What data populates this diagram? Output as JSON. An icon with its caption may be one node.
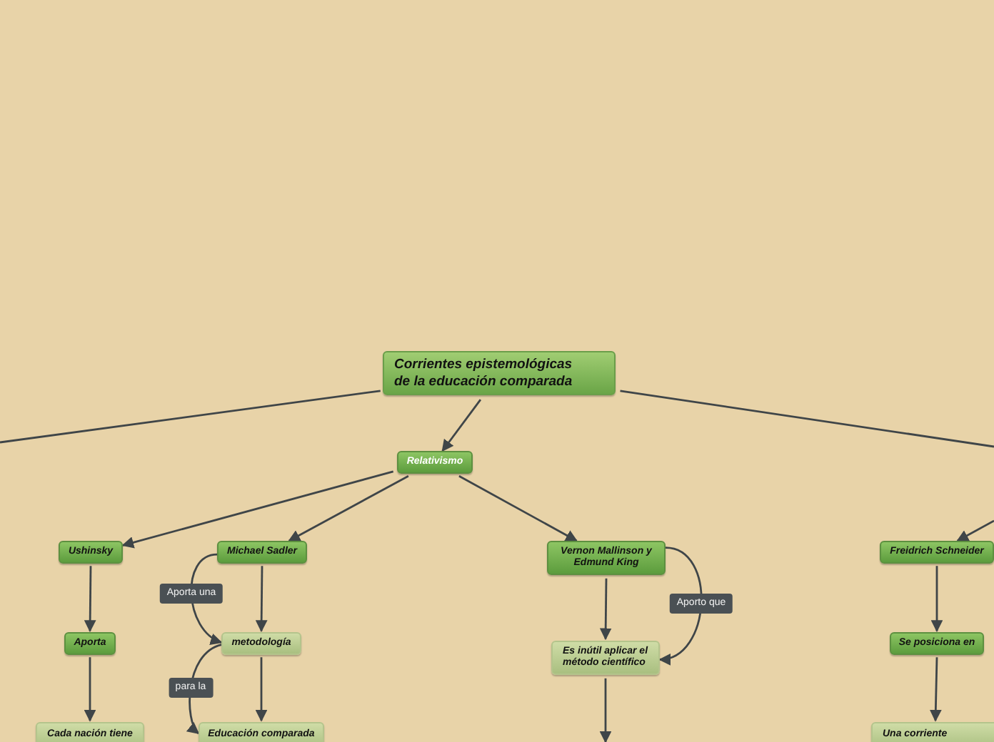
{
  "diagram": {
    "nodes": [
      {
        "text": [
          "Corrientes epistemológicas de la  educación comparada"
        ]
      },
      {
        "text": [
          "Relativismo"
        ]
      },
      {
        "text": [
          "Ushinsky"
        ]
      },
      {
        "text": [
          "Michael Sadler"
        ]
      },
      {
        "text": [
          "Vernon Mallinson  y Edmund King"
        ]
      },
      {
        "text": [
          "Freidrich Schneider"
        ]
      },
      {
        "text": [
          "Aporta"
        ]
      },
      {
        "text": [
          "metodología"
        ]
      },
      {
        "text": [
          "Es inútil aplicar el método científico"
        ]
      },
      {
        "text": [
          "Se posiciona en"
        ]
      },
      {
        "text": [
          "Cada nación tiene"
        ]
      },
      {
        "text": [
          "Educación comparada"
        ]
      },
      {
        "text": [
          "Una corriente"
        ]
      }
    ],
    "edges": [
      {
        "from": 0,
        "to": null,
        "arrow": "none"
      },
      {
        "from": 0,
        "to": null,
        "arrow": "none"
      },
      {
        "from": 0,
        "to": 1,
        "arrow": "to"
      },
      {
        "from": 1,
        "to": 2,
        "arrow": "to"
      },
      {
        "from": 1,
        "to": 3,
        "arrow": "to"
      },
      {
        "from": 1,
        "to": 4,
        "arrow": "to"
      },
      {
        "from": null,
        "to": 5,
        "arrow": "to"
      },
      {
        "from": 3,
        "to": 7,
        "arrow": "to"
      },
      {
        "from": 3,
        "to": 7,
        "arrow": "to",
        "label": "Aporta una"
      },
      {
        "from": 7,
        "to": 11,
        "arrow": "to"
      },
      {
        "from": 7,
        "to": 11,
        "arrow": "to",
        "label": "para la"
      },
      {
        "from": 2,
        "to": 6,
        "arrow": "to"
      },
      {
        "from": 6,
        "to": 10,
        "arrow": "to"
      },
      {
        "from": 4,
        "to": 8,
        "arrow": "to"
      },
      {
        "from": 4,
        "to": 8,
        "arrow": "to",
        "label": "Aporto que"
      },
      {
        "from": 8,
        "to": null,
        "arrow": "to"
      },
      {
        "from": 5,
        "to": 9,
        "arrow": "to"
      },
      {
        "from": 9,
        "to": 12,
        "arrow": "to"
      }
    ]
  }
}
